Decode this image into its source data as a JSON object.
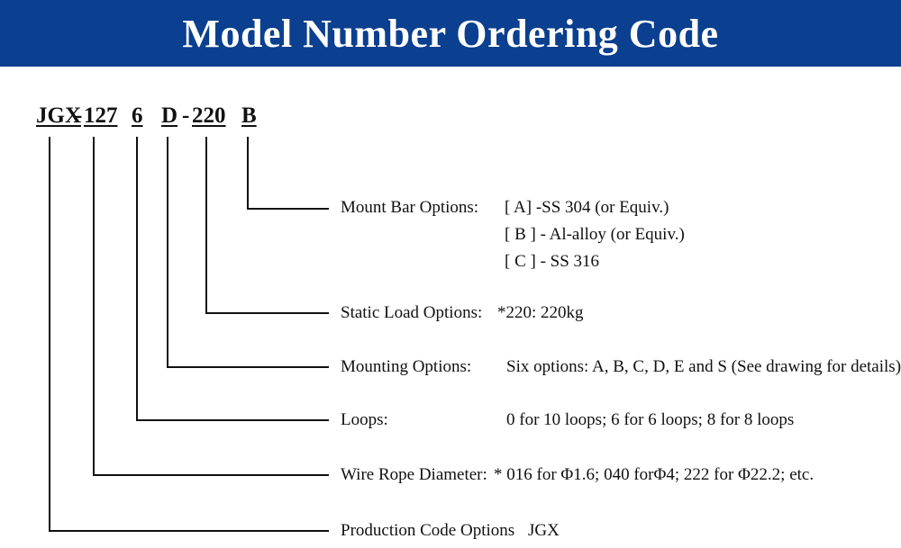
{
  "header": {
    "title": "Model Number Ordering Code"
  },
  "code": {
    "p1": "JGX",
    "d1": "-",
    "p2": "127",
    "p3": "6",
    "p4": "D",
    "d2": "-",
    "p5": "220",
    "p6": "B"
  },
  "options": {
    "mount_bar": {
      "label": "Mount Bar Options:",
      "values": [
        "[ A] -SS 304 (or Equiv.)",
        "[ B ] - Al-alloy (or Equiv.)",
        "[ C ] - SS 316"
      ]
    },
    "static_load": {
      "label": "Static Load Options:",
      "value": "*220: 220kg"
    },
    "mounting": {
      "label": "Mounting Options:",
      "value": "Six options: A, B, C, D, E and S (See drawing for details)"
    },
    "loops": {
      "label": "Loops:",
      "value": "0 for 10 loops; 6 for 6 loops; 8 for 8 loops"
    },
    "wire_rope": {
      "label": "Wire Rope Diameter:",
      "value": "* 016 for Φ1.6; 040 forΦ4; 222 for Φ22.2; etc."
    },
    "production": {
      "label": "Production Code Options",
      "value": "JGX"
    }
  },
  "colors": {
    "banner": "#0b3f8f",
    "banner_text": "#ffffff",
    "text": "#111111"
  }
}
